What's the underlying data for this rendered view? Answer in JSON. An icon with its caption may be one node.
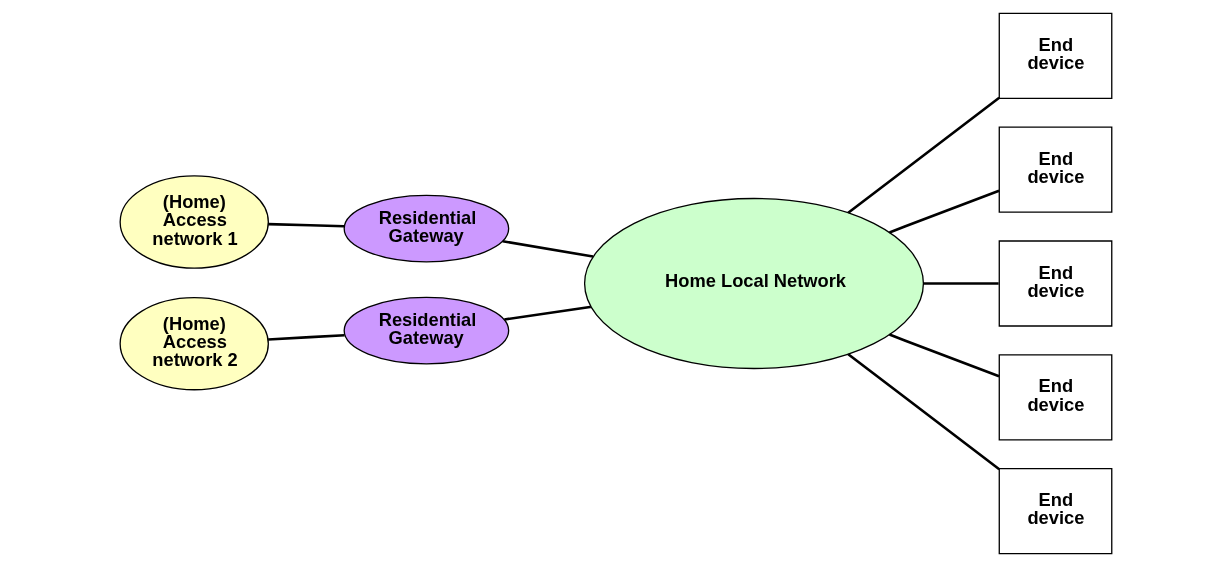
{
  "diagram": {
    "nodes": [
      {
        "text": [
          "(Home) Access network 1"
        ]
      },
      {
        "text": [
          "Residential Gateway"
        ]
      },
      {
        "text": [
          "(Home) Access network 2"
        ]
      },
      {
        "text": [
          "Residential Gateway"
        ]
      },
      {
        "text": [
          "Home Local Network"
        ]
      },
      {
        "text": [
          "End device"
        ]
      },
      {
        "text": [
          "End device"
        ]
      },
      {
        "text": [
          "End device"
        ]
      },
      {
        "text": [
          "End device"
        ]
      },
      {
        "text": [
          "End device"
        ]
      }
    ],
    "edges": [
      {
        "from": 0,
        "to": 1,
        "arrow": "none"
      },
      {
        "from": 1,
        "to": 4,
        "arrow": "none"
      },
      {
        "from": 2,
        "to": 3,
        "arrow": "none"
      },
      {
        "from": 3,
        "to": 4,
        "arrow": "none"
      },
      {
        "from": 4,
        "to": 5,
        "arrow": "none"
      },
      {
        "from": 4,
        "to": 6,
        "arrow": "none"
      },
      {
        "from": 4,
        "to": 7,
        "arrow": "none"
      },
      {
        "from": 4,
        "to": 8,
        "arrow": "none"
      },
      {
        "from": 4,
        "to": 9,
        "arrow": "none"
      }
    ]
  }
}
